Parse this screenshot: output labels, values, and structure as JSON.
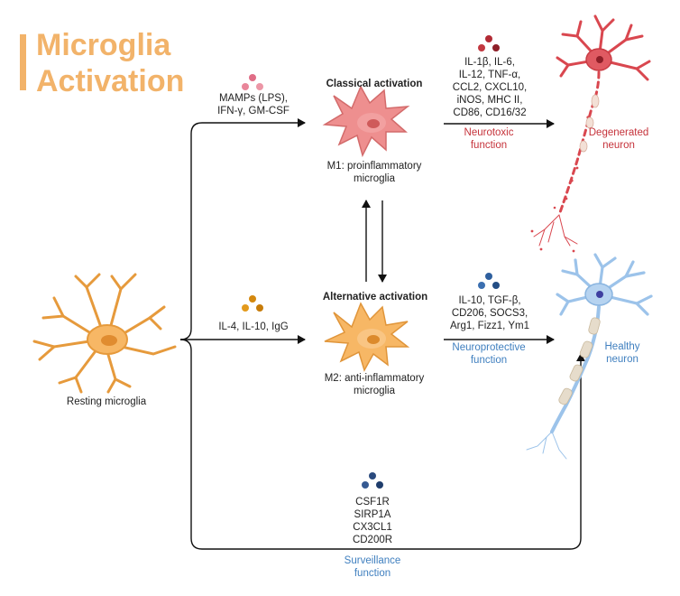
{
  "title": [
    "Microglia",
    "Activation"
  ],
  "resting_label": "Resting microglia",
  "classical": {
    "heading": "Classical activation",
    "cell_label": [
      "M1: proinflammatory",
      "microglia"
    ],
    "stimuli": [
      "MAMPs (LPS),",
      "IFN-γ, GM-CSF"
    ],
    "markers": [
      "IL-1β, IL-6,",
      "IL-12, TNF-α,",
      "CCL2, CXCL10,",
      "iNOS, MHC II,",
      "CD86, CD16/32"
    ],
    "function": [
      "Neurotoxic",
      "function"
    ],
    "neuron": [
      "Degenerated",
      "neuron"
    ]
  },
  "alternative": {
    "heading": "Alternative activation",
    "cell_label": [
      "M2: anti-inflammatory",
      "microglia"
    ],
    "stimuli": [
      "IL-4, IL-10, IgG"
    ],
    "markers": [
      "IL-10, TGF-β,",
      "CD206, SOCS3,",
      "Arg1, Fizz1, Ym1"
    ],
    "function": [
      "Neuroprotective",
      "function"
    ],
    "neuron": [
      "Healthy",
      "neuron"
    ]
  },
  "surveillance": {
    "markers": [
      "CSF1R",
      "SIRP1A",
      "CX3CL1",
      "CD200R"
    ],
    "function": [
      "Surveillance",
      "function"
    ]
  },
  "colors": {
    "title": "#f2b36a",
    "m1_cell": "#ee8f8f",
    "resting_cell": "#f7b765",
    "degenerated_neuron": "#d9474f",
    "healthy_neuron": "#9cc3ea",
    "neurotoxic_text": "#c5323a",
    "protective_text": "#3f7fbf"
  }
}
